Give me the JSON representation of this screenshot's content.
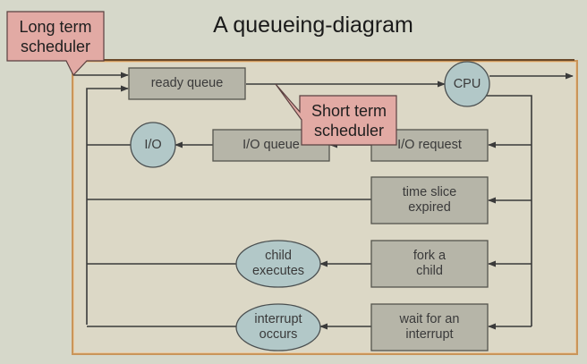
{
  "title": "A queueing-diagram",
  "colors": {
    "background": "#d6d8ca",
    "frame_border": "#c9955a",
    "queue_box_fill": "#b6b5a8",
    "device_fill": "#b2c8c8",
    "callout_fill": "#e2aaa4",
    "line": "#3a3a3a"
  },
  "queues": {
    "ready_queue": "ready queue",
    "io_queue": "I/O queue"
  },
  "devices": {
    "cpu": "CPU",
    "io": "I/O"
  },
  "events": {
    "io_request": "I/O request",
    "time_slice": "time slice expired",
    "fork": "fork a child",
    "wait_interrupt": "wait for an interrupt"
  },
  "results": {
    "child_executes": "child executes",
    "interrupt_occurs": "interrupt occurs"
  },
  "callouts": {
    "long_term": "Long term scheduler",
    "short_term": "Short term scheduler"
  }
}
